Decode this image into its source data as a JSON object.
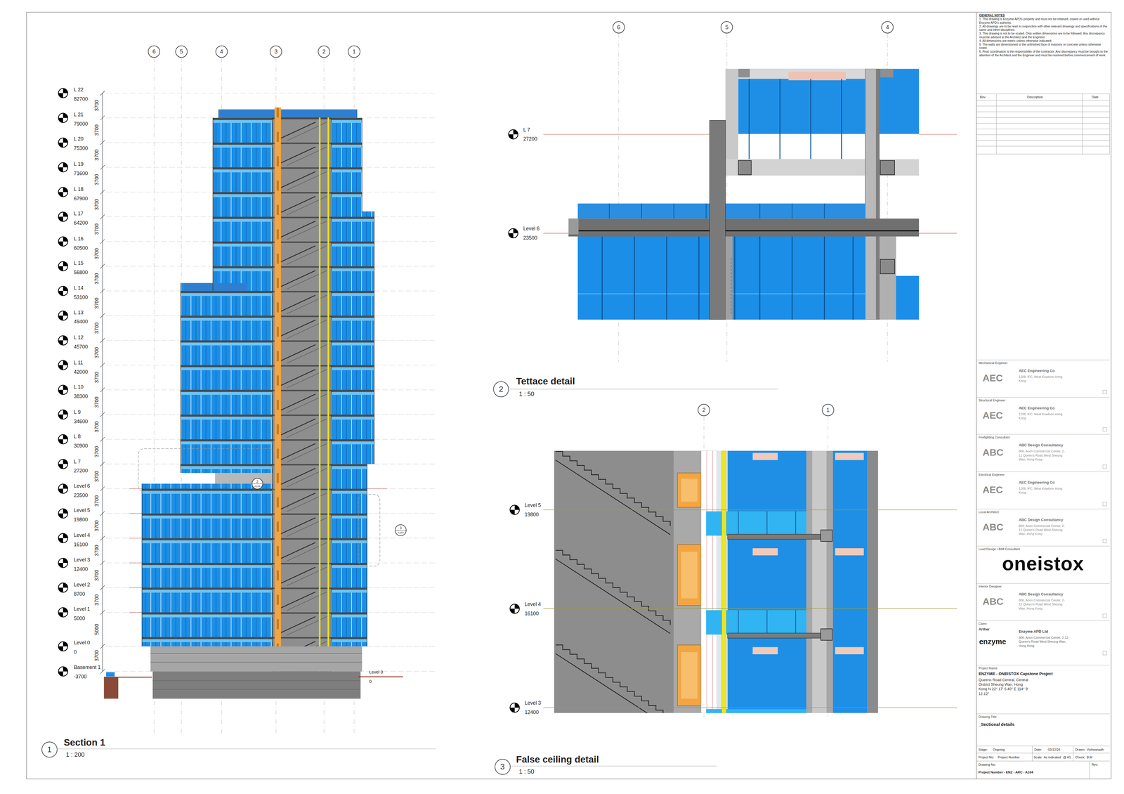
{
  "diagram": {
    "nodes": [
      {
        "text": [
          "6"
        ]
      },
      {
        "text": [
          "5"
        ]
      },
      {
        "text": [
          "4"
        ]
      },
      {
        "text": [
          "3"
        ]
      },
      {
        "text": [
          "2"
        ]
      },
      {
        "text": [
          "1"
        ]
      },
      {
        "text": [
          "6"
        ]
      },
      {
        "text": [
          "5"
        ]
      },
      {
        "text": [
          "4"
        ]
      },
      {
        "text": [
          "2"
        ]
      },
      {
        "text": [
          "1"
        ]
      },
      {
        "text": [
          "2",
          "A104"
        ]
      },
      {
        "text": [
          "3",
          "A104"
        ]
      },
      {
        "text": [
          "1"
        ]
      },
      {
        "text": [
          "2"
        ]
      },
      {
        "text": [
          "3"
        ]
      },
      {
        "text": [
          "Mechanical Engineer",
          "AEC",
          "AEC Engineering Co",
          "1208, IFC, West Kowloon Hong Kong"
        ]
      },
      {
        "text": [
          "Structural Engineer",
          "AEC",
          "AEC Engineering Co",
          "1208, IFC, West Kowloon Hong Kong"
        ]
      },
      {
        "text": [
          "Firefighting Consultant",
          "ABC",
          "ABC Design Consultancy",
          "806, Arion Commercial Center, 2-12 Queen's Road West Sheung Wan, Hong Kong"
        ]
      },
      {
        "text": [
          "Electrical Engineer",
          "AEC",
          "AEC Engineering Co",
          "1208, IFC, West Kowloon Hong Kong"
        ]
      },
      {
        "text": [
          "Local Architect",
          "ABC",
          "ABC Design Consultancy",
          "806, Arion Commercial Center, 2-12 Queen's Road West Sheung Wan, Hong Kong"
        ]
      },
      {
        "text": [
          "Lead Design / BIM Consultant",
          "oneistox"
        ]
      },
      {
        "text": [
          "Interior Designer",
          "ABC",
          "ABC Design Consultancy",
          "806, Arion Commercial Center, 2-12 Queen's Road West Sheung Wan, Hong Kong"
        ]
      },
      {
        "text": [
          "Client",
          "Arther",
          "enzyme",
          "Enzyme APD Ltd",
          "806, Arion Commercial Center, 2-12 Queen's Road West Sheung Wan, Hong Kong"
        ]
      },
      {
        "text": [
          "Project Name",
          "ENZYME - ONEISTOX Capstone Project",
          "Queens Road Central, Central District Sheung Wan, Hong Kong N 22° 17' 5.40\" E 114° 9' 12.12\""
        ]
      },
      {
        "text": [
          "Drawing Title",
          "_Sectional details"
        ]
      }
    ],
    "labels": [
      "L 22",
      "82700",
      "L 21",
      "79000",
      "L 20",
      "75300",
      "L 19",
      "71600",
      "L 18",
      "67900",
      "L 17",
      "64200",
      "L 16",
      "60500",
      "L 15",
      "56800",
      "L 14",
      "53100",
      "L 13",
      "49400",
      "L 12",
      "45700",
      "L 11",
      "42000",
      "L 10",
      "38300",
      "L 9",
      "34600",
      "L 8",
      "30900",
      "L 7",
      "27200",
      "Level 6",
      "23500",
      "Level 5",
      "19800",
      "Level 4",
      "16100",
      "Level 3",
      "12400",
      "Level 2",
      "8700",
      "Level 1",
      "5000",
      "Level 0",
      "0",
      "Basement 1",
      "-3700",
      "3700",
      "3700",
      "3700",
      "3700",
      "3700",
      "3700",
      "3700",
      "3700",
      "3700",
      "3700",
      "3700",
      "3700",
      "3700",
      "3700",
      "3700",
      "3700",
      "3700",
      "3700",
      "3700",
      "3700",
      "3700",
      "5000",
      "3700",
      "Level 0",
      "0",
      "Section 1",
      "1 : 200",
      "Tettace detail",
      "1 : 50",
      "False ceiling detail",
      "1 : 50",
      "L 7",
      "27200",
      "Level 6",
      "23500",
      "Level 5",
      "19800",
      "Level 4",
      "16100",
      "Level 3",
      "12400",
      "GENERAL NOTES",
      "1. This drawing is Enzyme APD's property and must not be retained, copied or used without Enzyme APD's authority.",
      "2. All drawings are to be read in conjunction with other relevant drawings and specifications of the same and other disciplines.",
      "3. This drawing is not to be scaled. Only written dimensions are to be followed. Any discrepancy must be advised to the Architect and the Engineer.",
      "4. All dimensions are metric unless otherwise indicated.",
      "5. The walls are dimensioned to the unfinished face of masonry or concrete unless otherwise noted.",
      "6. Final coordination is the responsibility of the contractor. Any discrepancy must be brought to the attention of the Architect and the Engineer and must be resolved before commencement of work.",
      "Rev",
      "Description",
      "Date",
      "Stage:",
      "Ongoing",
      "Date:",
      "03/12/24",
      "Drawn:",
      "Vishwanadh",
      "Project No:",
      "Project Number",
      "Scale:",
      "As indicated",
      "@ A1",
      "Check:",
      "B.M",
      "Drawing No:",
      "Project Number - ENZ - ARC - A104",
      "Rev:"
    ]
  }
}
